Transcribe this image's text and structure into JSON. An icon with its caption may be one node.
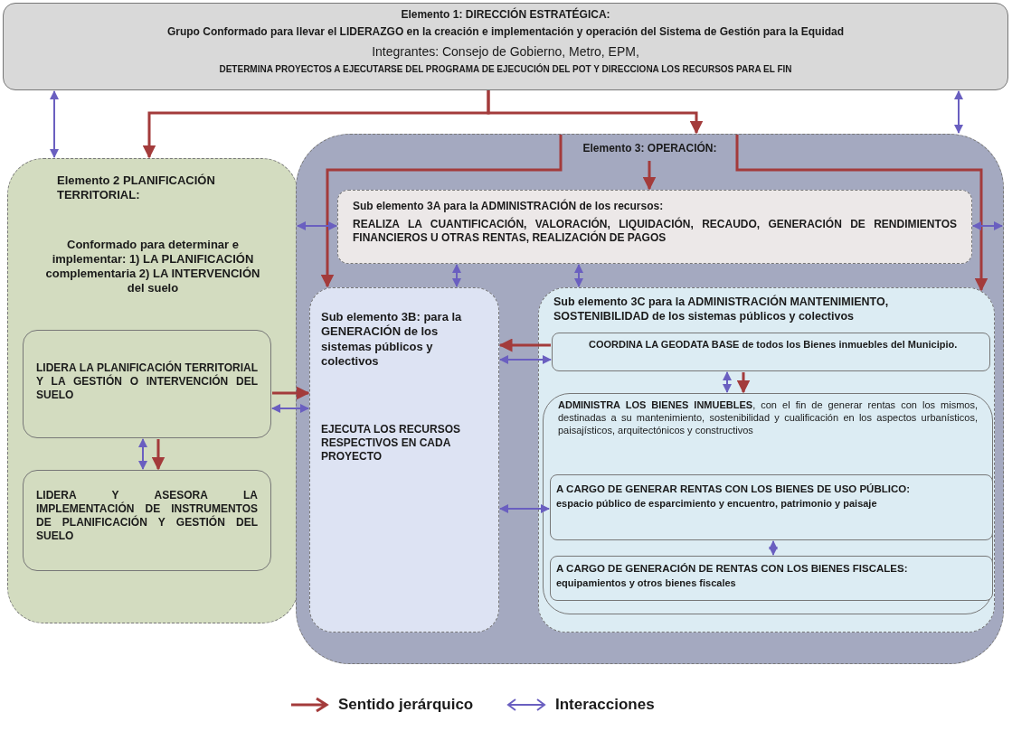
{
  "diagram": {
    "nodes": [
      {
        "text": [
          "Elemento 1: DIRECCIÓN ESTRATÉGICA:",
          "Grupo Conformado para llevar el LIDERAZGO en la creación e implementación y operación del Sistema de Gestión para la Equidad",
          "Integrantes: Consejo de Gobierno, Metro, EPM,",
          "DETERMINA PROYECTOS A EJECUTARSE DEL PROGRAMA DE EJECUCIÓN DEL POT Y DIRECCIONA LOS RECURSOS PARA EL FIN"
        ]
      },
      {
        "text": [
          "Elemento 2 PLANIFICACIÓN TERRITORIAL:",
          "Conformado para determinar e implementar: 1) LA PLANIFICACIÓN complementaria 2) LA INTERVENCIÓN del suelo"
        ]
      },
      {
        "text": [
          "LIDERA LA PLANIFICACIÓN TERRITORIAL Y LA GESTIÓN O INTERVENCIÓN DEL SUELO"
        ],
        "in": 1
      },
      {
        "text": [
          "LIDERA Y ASESORA LA IMPLEMENTACIÓN DE INSTRUMENTOS DE PLANIFICACIÓN Y GESTIÓN DEL SUELO"
        ],
        "in": 1
      },
      {
        "text": [
          "Elemento 3: OPERACIÓN:"
        ]
      },
      {
        "text": [
          "Sub elemento 3A para la ADMINISTRACIÓN de los recursos:",
          "REALIZA LA CUANTIFICACIÓN, VALORACIÓN, LIQUIDACIÓN, RECAUDO, GENERACIÓN DE RENDIMIENTOS FINANCIEROS U OTRAS RENTAS, REALIZACIÓN DE PAGOS"
        ],
        "in": 4
      },
      {
        "text": [
          "Sub elemento 3B: para la GENERACIÓN de los sistemas públicos y colectivos",
          "EJECUTA LOS RECURSOS RESPECTIVOS EN CADA PROYECTO"
        ],
        "in": 4
      },
      {
        "text": [
          "Sub elemento 3C para la ADMINISTRACIÓN MANTENIMIENTO, SOSTENIBILIDAD de los sistemas públicos y colectivos"
        ],
        "in": 4
      },
      {
        "text": [
          "COORDINA LA GEODATA BASE de todos los Bienes inmuebles del Municipio."
        ],
        "in": 7
      },
      {
        "text": [
          "**ADMINISTRA LOS BIENES INMUEBLES**, con el fin de generar rentas con los mismos, destinadas a su mantenimiento, sostenibilidad y cualificación en los aspectos urbanísticos, paisajísticos, arquitectónicos y constructivos"
        ],
        "in": 7
      },
      {
        "text": [
          "A CARGO DE GENERAR RENTAS CON LOS BIENES DE USO PÚBLICO:",
          "espacio público de esparcimiento y encuentro, patrimonio y paisaje"
        ],
        "in": 9
      },
      {
        "text": [
          "A CARGO DE GENERACIÓN DE RENTAS CON LOS BIENES FISCALES:",
          "equipamientos y otros bienes fiscales"
        ],
        "in": 9
      }
    ],
    "edges": [
      {
        "from": 0,
        "to": 1,
        "arrow": "to",
        "color": "#a33b3b"
      },
      {
        "from": 0,
        "to": 4,
        "arrow": "to",
        "color": "#a33b3b"
      },
      {
        "from": 0,
        "to": 1,
        "arrow": "both"
      },
      {
        "from": 0,
        "to": 4,
        "arrow": "both"
      },
      {
        "from": 4,
        "to": 5,
        "arrow": "to",
        "color": "#a33b3b"
      },
      {
        "from": 4,
        "to": 6,
        "arrow": "to",
        "color": "#a33b3b"
      },
      {
        "from": 4,
        "to": 7,
        "arrow": "to",
        "color": "#a33b3b"
      },
      {
        "from": 4,
        "to": 5,
        "arrow": "both"
      },
      {
        "from": 5,
        "to": 4,
        "arrow": "both"
      },
      {
        "from": 5,
        "to": 6,
        "arrow": "both"
      },
      {
        "from": 5,
        "to": 7,
        "arrow": "both"
      },
      {
        "from": 2,
        "to": 6,
        "arrow": "to",
        "color": "#a33b3b"
      },
      {
        "from": 2,
        "to": 6,
        "arrow": "both"
      },
      {
        "from": 2,
        "to": 3,
        "arrow": "to",
        "color": "#a33b3b"
      },
      {
        "from": 2,
        "to": 3,
        "arrow": "both"
      },
      {
        "from": 8,
        "to": 6,
        "arrow": "to",
        "color": "#a33b3b"
      },
      {
        "from": 6,
        "to": 8,
        "arrow": "both"
      },
      {
        "from": 8,
        "to": 9,
        "arrow": "to",
        "color": "#a33b3b"
      },
      {
        "from": 8,
        "to": 9,
        "arrow": "both"
      },
      {
        "from": 6,
        "to": 10,
        "arrow": "both"
      },
      {
        "from": 10,
        "to": 11,
        "arrow": "both"
      }
    ],
    "legend": [
      {
        "text": "Sentido jerárquico"
      },
      {
        "text": "Interacciones"
      }
    ]
  }
}
